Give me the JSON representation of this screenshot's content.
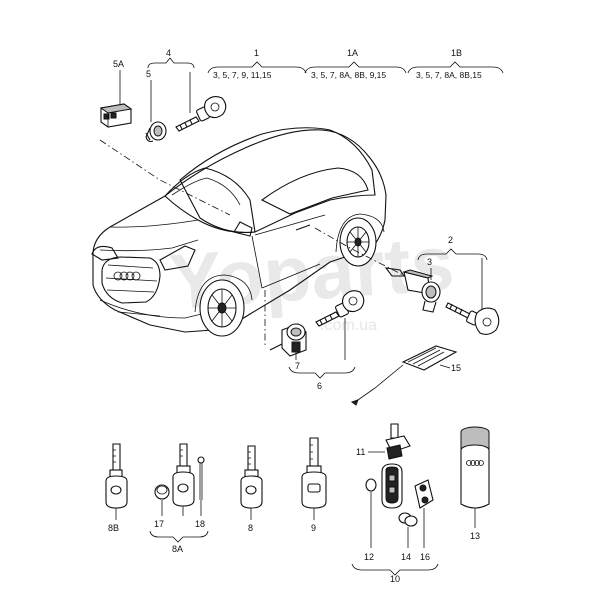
{
  "watermark": {
    "brand": "Yoparts",
    "domain": ".com.ua"
  },
  "callouts": {
    "c4": "4",
    "c5a": "5A",
    "c5": "5",
    "c1": "1",
    "c1_list": "3, 5, 7, 9, 11,15",
    "c1a": "1A",
    "c1a_list": "3, 5, 7, 8A, 8B, 9,15",
    "c1b": "1B",
    "c1b_list": "3, 5, 7, 8A, 8B,15",
    "c2": "2",
    "c3": "3",
    "c7": "7",
    "c6": "6",
    "c15": "15",
    "c11": "11",
    "c13": "13",
    "c8b": "8B",
    "c17": "17",
    "c18": "18",
    "c8a": "8A",
    "c8": "8",
    "c9": "9",
    "c12": "12",
    "c14": "14",
    "c16": "16",
    "c10": "10"
  }
}
